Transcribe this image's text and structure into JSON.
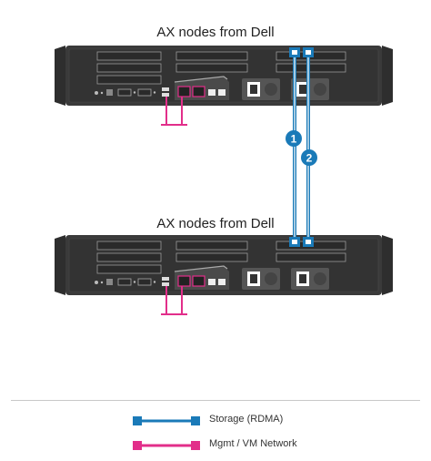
{
  "nodes": [
    {
      "title": "AX nodes from Dell"
    },
    {
      "title": "AX nodes from Dell"
    }
  ],
  "connections": [
    {
      "number": "1"
    },
    {
      "number": "2"
    }
  ],
  "legend": [
    {
      "label": "Storage (RDMA)",
      "color": "#1a7ab8"
    },
    {
      "label": "Mgmt / VM Network",
      "color": "#e22e8a"
    }
  ],
  "colors": {
    "chassis": "#3a3a3a",
    "chassis_dark": "#262626",
    "storage": "#1a7ab8",
    "mgmt": "#e22e8a",
    "divider": "#c8c8c8"
  }
}
